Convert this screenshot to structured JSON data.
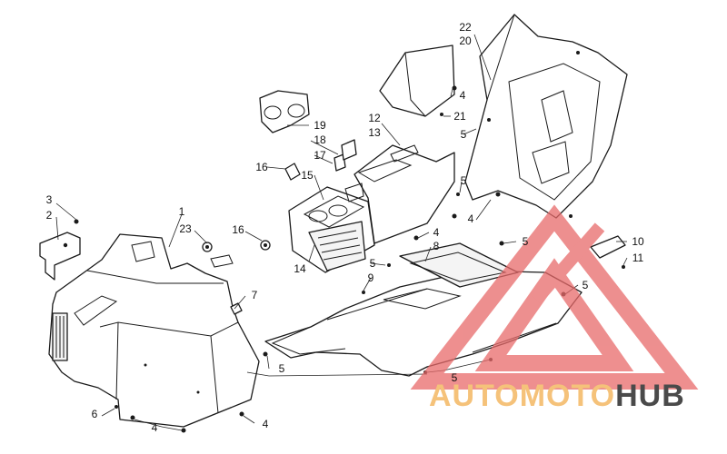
{
  "callouts": [
    {
      "id": "c1",
      "text": "1"
    },
    {
      "id": "c23",
      "text": "23"
    },
    {
      "id": "c3",
      "text": "3"
    },
    {
      "id": "c2",
      "text": "2"
    },
    {
      "id": "c7",
      "text": "7"
    },
    {
      "id": "c6",
      "text": "6"
    },
    {
      "id": "c4a",
      "text": "4"
    },
    {
      "id": "c4b",
      "text": "4"
    },
    {
      "id": "c5a",
      "text": "5"
    },
    {
      "id": "c19",
      "text": "19"
    },
    {
      "id": "c18",
      "text": "18"
    },
    {
      "id": "c17",
      "text": "17"
    },
    {
      "id": "c16a",
      "text": "16"
    },
    {
      "id": "c15",
      "text": "15"
    },
    {
      "id": "c16b",
      "text": "16"
    },
    {
      "id": "c14",
      "text": "14"
    },
    {
      "id": "c12",
      "text": "12"
    },
    {
      "id": "c13",
      "text": "13"
    },
    {
      "id": "c21",
      "text": "21"
    },
    {
      "id": "c5b",
      "text": "5"
    },
    {
      "id": "c4c",
      "text": "4"
    },
    {
      "id": "c22",
      "text": "22"
    },
    {
      "id": "c20",
      "text": "20"
    },
    {
      "id": "c5c",
      "text": "5"
    },
    {
      "id": "c4d",
      "text": "4"
    },
    {
      "id": "c4e",
      "text": "4"
    },
    {
      "id": "c8",
      "text": "8"
    },
    {
      "id": "c5d",
      "text": "5"
    },
    {
      "id": "c5e",
      "text": "5"
    },
    {
      "id": "c9",
      "text": "9"
    },
    {
      "id": "c10",
      "text": "10"
    },
    {
      "id": "c11",
      "text": "11"
    },
    {
      "id": "c5f",
      "text": "5"
    },
    {
      "id": "c5g",
      "text": "5"
    }
  ],
  "watermark": {
    "part1": "AUTO",
    "part2": "MOTO",
    "part3": "HUB",
    "color_light": "#f5c27a",
    "color_dark": "#4a4a4a",
    "triangle_color": "#e86a6a"
  }
}
